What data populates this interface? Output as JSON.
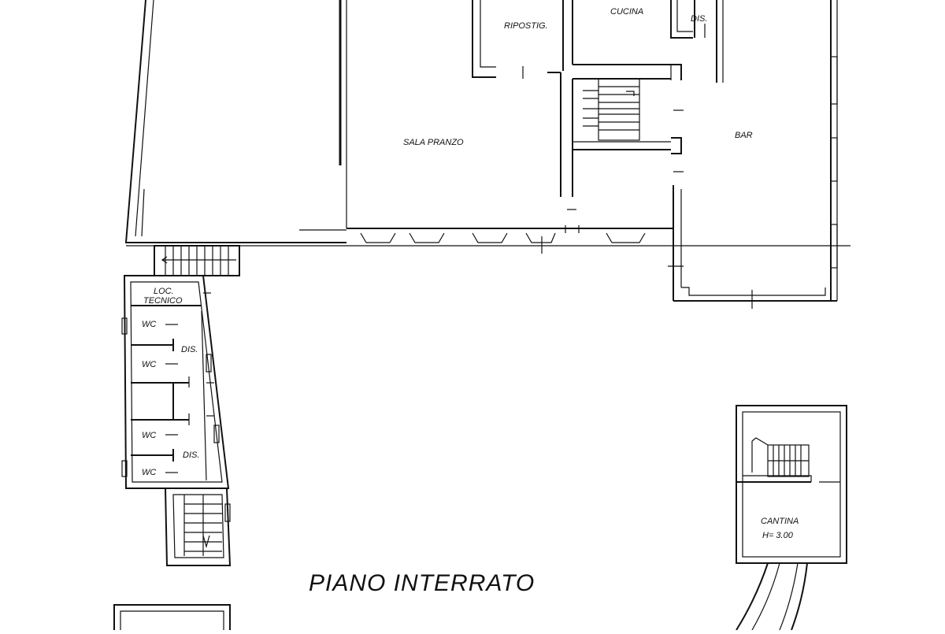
{
  "rooms": {
    "ripostiglio": "RIPOSTIG.",
    "cucina": "CUCINA",
    "dis_top": "DIS.",
    "sala_pranzo": "SALA PRANZO",
    "bar": "BAR",
    "loc_tecnico_1": "LOC.",
    "loc_tecnico_2": "TECNICO",
    "wc_1": "WC",
    "wc_2": "WC",
    "wc_3": "WC",
    "wc_4": "WC",
    "dis_1": "DIS.",
    "dis_2": "DIS.",
    "cantina": "CANTINA",
    "cantina_height": "H= 3.00"
  },
  "floor_title": "PIANO INTERRATO"
}
